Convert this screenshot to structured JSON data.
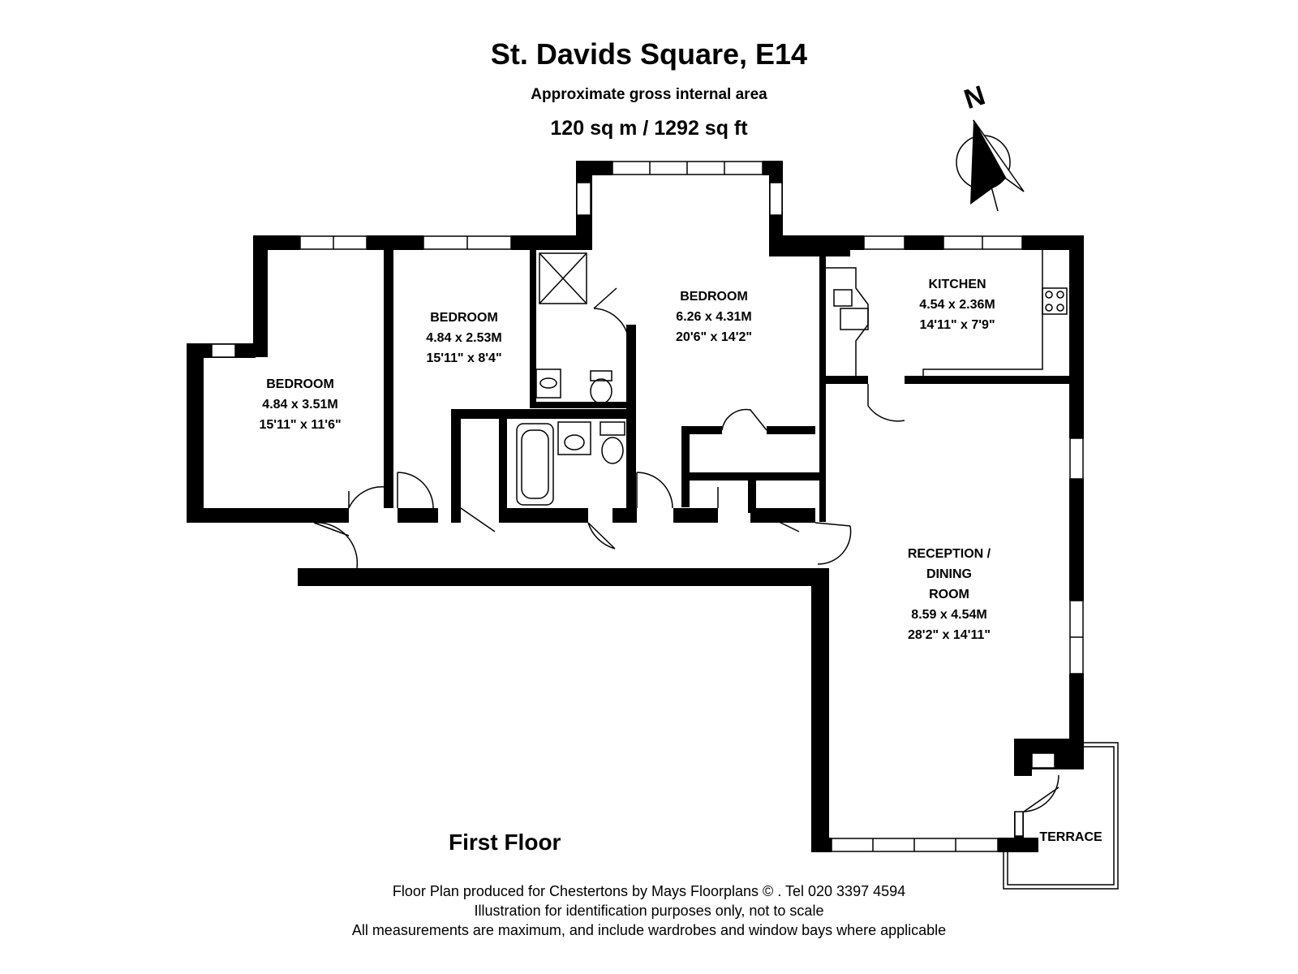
{
  "header": {
    "title": "St. Davids Square, E14",
    "subtitle": "Approximate gross internal area",
    "area": "120 sq m  /  1292 sq ft"
  },
  "compass": {
    "label": "N"
  },
  "floor_label": "First Floor",
  "rooms": [
    {
      "name": "BEDROOM",
      "metric": "4.84 x 3.51M",
      "imperial": "15'11\" x 11'6\""
    },
    {
      "name": "BEDROOM",
      "metric": "4.84 x 2.53M",
      "imperial": "15'11\" x 8'4\""
    },
    {
      "name": "BEDROOM",
      "metric": "6.26 x 4.31M",
      "imperial": "20'6\" x 14'2\""
    },
    {
      "name": "KITCHEN",
      "metric": "4.54 x 2.36M",
      "imperial": "14'11\" x 7'9\""
    },
    {
      "name_lines": [
        "RECEPTION /",
        "DINING",
        "ROOM"
      ],
      "metric": "8.59 x 4.54M",
      "imperial": "28'2\" x 14'11\""
    },
    {
      "name": "TERRACE"
    }
  ],
  "footer": {
    "line1": "Floor Plan produced for Chestertons by Mays Floorplans  ©  . Tel 020 3397 4594",
    "line2": "Illustration for identification purposes only, not to scale",
    "line3": "All measurements are maximum, and include wardrobes and window bays where applicable"
  }
}
